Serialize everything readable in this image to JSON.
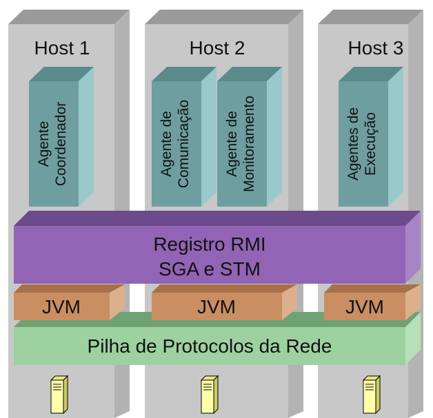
{
  "hosts": [
    {
      "label": "Host 1"
    },
    {
      "label": "Host 2"
    },
    {
      "label": "Host 3"
    }
  ],
  "agents": [
    {
      "line1": "Agente",
      "line2": "Coordenador"
    },
    {
      "line1": "Agente de",
      "line2": "Comunicação"
    },
    {
      "line1": "Agente de",
      "line2": "Monitoramento"
    },
    {
      "line1": "Agentes de",
      "line2": "Execução"
    }
  ],
  "rmi": {
    "line1": "Registro RMI",
    "line2": "SGA e STM"
  },
  "jvm": [
    "JVM",
    "JVM",
    "JVM"
  ],
  "network": {
    "label": "Pilha de Protocolos da Rede"
  },
  "colors": {
    "host_front": "#c8c8c8",
    "host_top": "#9a9a9a",
    "host_side": "#b3b3b3",
    "agent_front": "#6e9ea0",
    "agent_top": "#5a8a8c",
    "agent_side": "#9ac9cb",
    "rmi_front": "#9264b5",
    "rmi_top": "#6c4a8c",
    "rmi_side": "#a784c4",
    "jvm_front": "#c98f62",
    "jvm_top": "#a87048",
    "jvm_side": "#dcb08c",
    "net_front": "#9dd1a0",
    "net_top": "#6fa272",
    "net_side": "#b6e0b8",
    "server_fill": "#ffffaa"
  }
}
